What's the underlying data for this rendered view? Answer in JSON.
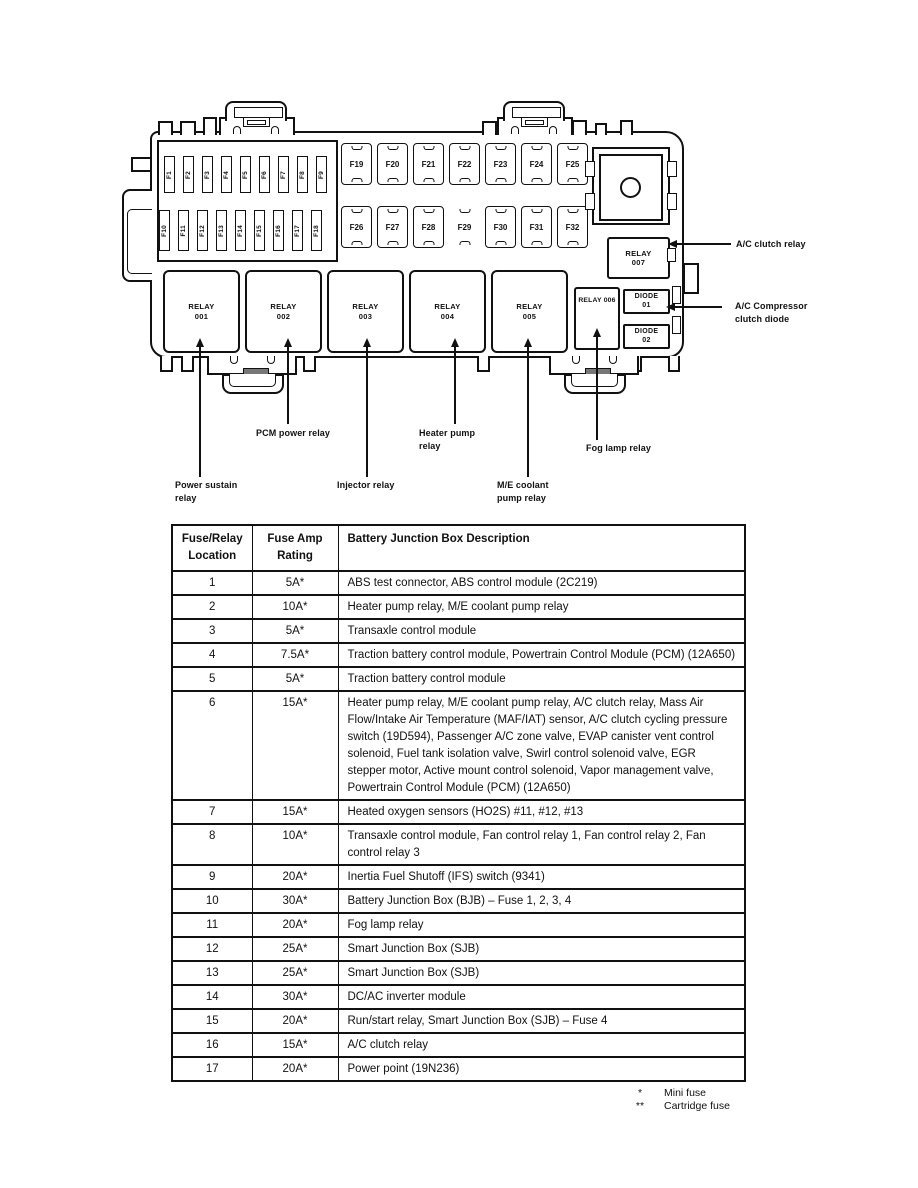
{
  "diagram": {
    "fuses_left_top": [
      "F1",
      "F2",
      "F3",
      "F4",
      "F5",
      "F6",
      "F7",
      "F8",
      "F9"
    ],
    "fuses_left_bottom": [
      "F10",
      "F11",
      "F12",
      "F13",
      "F14",
      "F15",
      "F16",
      "F17",
      "F18"
    ],
    "fuses_grid_top": [
      "F19",
      "F20",
      "F21",
      "F22",
      "F23",
      "F24",
      "F25"
    ],
    "fuses_grid_bottom": [
      "F26",
      "F27",
      "F28",
      "F29",
      "F30",
      "F31",
      "F32"
    ],
    "relay_row": [
      [
        "RELAY",
        "001"
      ],
      [
        "RELAY",
        "002"
      ],
      [
        "RELAY",
        "003"
      ],
      [
        "RELAY",
        "004"
      ],
      [
        "RELAY",
        "005"
      ]
    ],
    "relay_006": "RELAY 006",
    "relay_007": [
      "RELAY",
      "007"
    ],
    "diode_01": [
      "DIODE",
      "01"
    ],
    "diode_02": [
      "DIODE",
      "02"
    ],
    "callouts": {
      "ac_clutch_relay": "A/C clutch relay",
      "ac_compressor_line1": "A/C Compressor",
      "ac_compressor_line2": "clutch diode",
      "power_sustain_line1": "Power sustain",
      "power_sustain_line2": "relay",
      "pcm_power": "PCM power relay",
      "injector": "Injector relay",
      "heater_pump_line1": "Heater pump",
      "heater_pump_line2": "relay",
      "me_coolant_line1": "M/E coolant",
      "me_coolant_line2": "pump relay",
      "fog_lamp": "Fog lamp relay"
    }
  },
  "table": {
    "headers": [
      "Fuse/Relay Location",
      "Fuse Amp Rating",
      "Battery Junction Box Description"
    ],
    "rows": [
      {
        "loc": "1",
        "amp": "5A*",
        "desc": "ABS test connector, ABS control module (2C219)"
      },
      {
        "loc": "2",
        "amp": "10A*",
        "desc": "Heater pump relay, M/E coolant pump relay"
      },
      {
        "loc": "3",
        "amp": "5A*",
        "desc": "Transaxle control module"
      },
      {
        "loc": "4",
        "amp": "7.5A*",
        "desc": "Traction battery control module, Powertrain Control Module (PCM) (12A650)"
      },
      {
        "loc": "5",
        "amp": "5A*",
        "desc": "Traction battery control module"
      },
      {
        "loc": "6",
        "amp": "15A*",
        "desc": "Heater pump relay, M/E coolant pump relay, A/C clutch relay, Mass Air Flow/Intake Air Temperature (MAF/IAT) sensor, A/C clutch cycling pressure switch (19D594), Passenger A/C zone valve, EVAP canister vent control solenoid, Fuel tank isolation valve, Swirl control solenoid valve, EGR stepper motor, Active mount control solenoid, Vapor management valve, Powertrain Control Module (PCM) (12A650)"
      },
      {
        "loc": "7",
        "amp": "15A*",
        "desc": "Heated oxygen sensors (HO2S) #11, #12, #13"
      },
      {
        "loc": "8",
        "amp": "10A*",
        "desc": "Transaxle control module, Fan control relay 1, Fan control relay 2, Fan control relay 3"
      },
      {
        "loc": "9",
        "amp": "20A*",
        "desc": "Inertia Fuel Shutoff (IFS) switch (9341)"
      },
      {
        "loc": "10",
        "amp": "30A*",
        "desc": "Battery Junction Box (BJB) – Fuse 1, 2, 3, 4"
      },
      {
        "loc": "11",
        "amp": "20A*",
        "desc": "Fog lamp relay"
      },
      {
        "loc": "12",
        "amp": "25A*",
        "desc": "Smart Junction Box (SJB)"
      },
      {
        "loc": "13",
        "amp": "25A*",
        "desc": "Smart Junction Box (SJB)"
      },
      {
        "loc": "14",
        "amp": "30A*",
        "desc": "DC/AC inverter module"
      },
      {
        "loc": "15",
        "amp": "20A*",
        "desc": "Run/start relay, Smart Junction Box (SJB) – Fuse 4"
      },
      {
        "loc": "16",
        "amp": "15A*",
        "desc": "A/C clutch relay"
      },
      {
        "loc": "17",
        "amp": "20A*",
        "desc": "Power point (19N236)"
      }
    ]
  },
  "footnotes": [
    {
      "symbol": "*",
      "label": "Mini fuse"
    },
    {
      "symbol": "**",
      "label": "Cartridge fuse"
    }
  ],
  "colors": {
    "ink": "#111111",
    "paper": "#ffffff"
  }
}
